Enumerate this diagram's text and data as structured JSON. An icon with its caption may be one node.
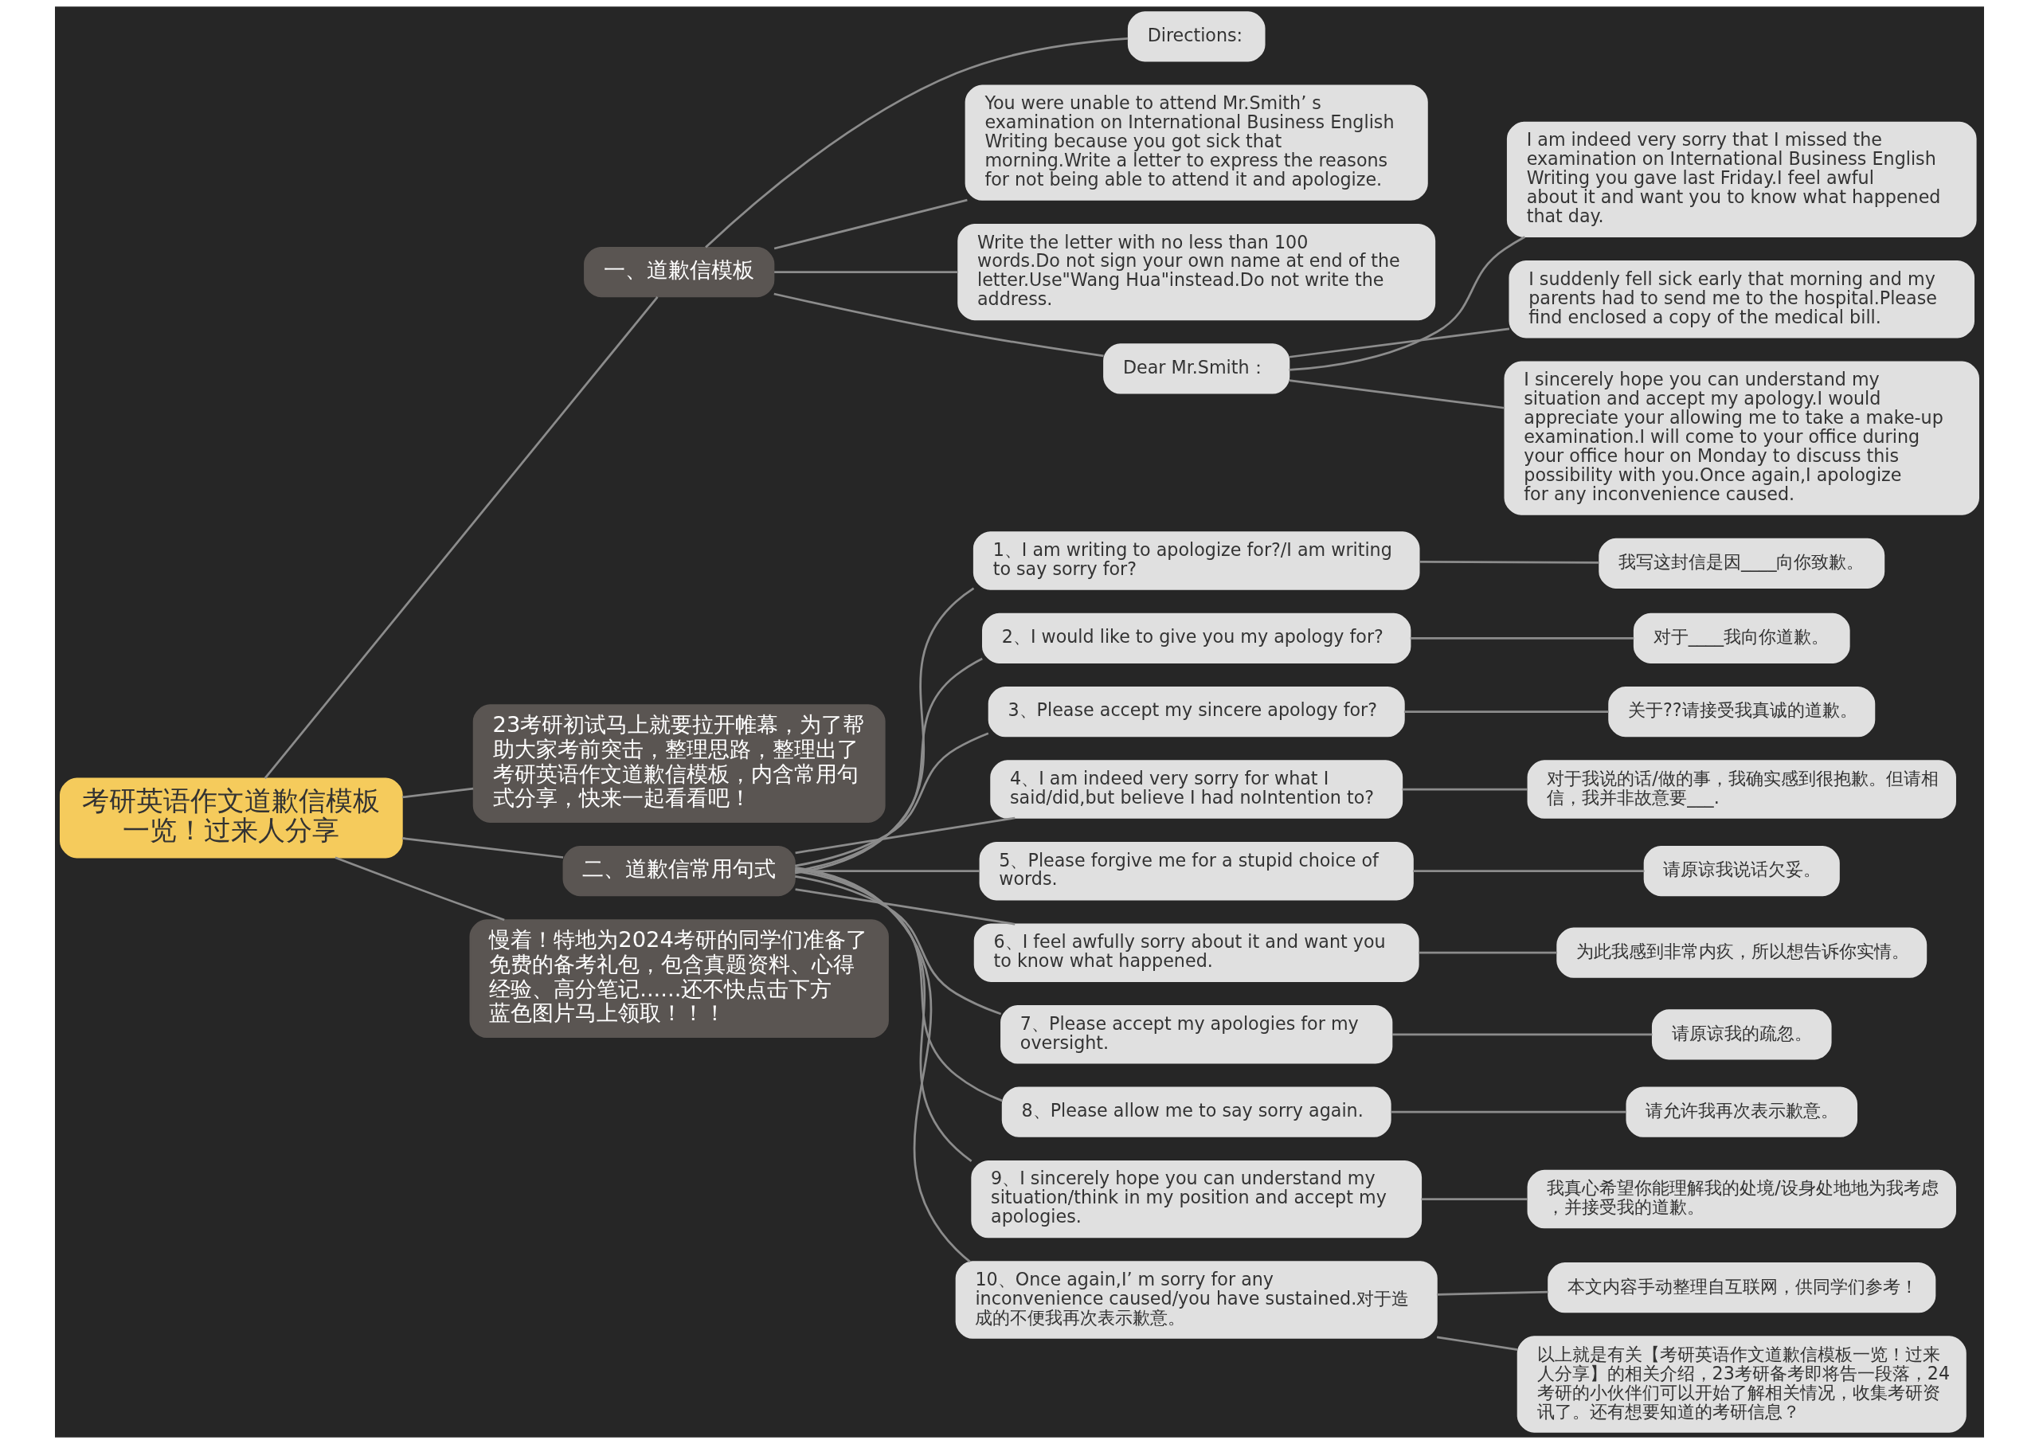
{
  "diagram": {
    "nodes": [
      {
        "text": [
          "考研英语作文道歉信模板一览！过来人分享"
        ]
      },
      {
        "text": [
          "一、道歉信模板"
        ]
      },
      {
        "text": [
          "Directions:"
        ]
      },
      {
        "text": [
          "You were unable to attend Mr.Smith’ s examination on International Business English Writing because you got sick that morning.Write a letter to express the reasons for not being able to attend it and apologize."
        ]
      },
      {
        "text": [
          "Write the letter with no less than 100 words.Do not sign your own name at end of the letter.Use\"Wang Hua\"instead.Do not write the address."
        ]
      },
      {
        "text": [
          "Dear Mr.Smith："
        ]
      },
      {
        "text": [
          "I am indeed very sorry that I missed the examination on International Business English Writing you gave last Friday.I feel awful about it and want you to know what happened that day."
        ]
      },
      {
        "text": [
          "I suddenly fell sick early that morning and my parents had to send me to the hospital.Please find enclosed a copy of the medical bill."
        ]
      },
      {
        "text": [
          "I sincerely hope you can understand my situation and accept my apology.I would appreciate your allowing me to take a make-up examination.I will come to your office during your office hour on Monday to discuss this possibility with you.Once again,I apologize for any inconvenience caused."
        ]
      },
      {
        "text": [
          "23考研初试马上就要拉开帷幕，为了帮助大家考前突击，整理思路，整理出了考研英语作文道歉信模板，内含常用句式分享，快来一起看看吧！"
        ]
      },
      {
        "text": [
          "二、道歉信常用句式"
        ]
      },
      {
        "text": [
          "1、I am writing to apologize for?/I am writing to say sorry for?"
        ]
      },
      {
        "text": [
          "我写这封信是因____向你致歉。"
        ]
      },
      {
        "text": [
          "2、I would like to give you my apology for?"
        ]
      },
      {
        "text": [
          "对于____我向你道歉。"
        ]
      },
      {
        "text": [
          "3、Please accept my sincere apology for?"
        ]
      },
      {
        "text": [
          "关于??请接受我真诚的道歉。"
        ]
      },
      {
        "text": [
          "4、I am indeed very sorry for what I said/did,but believe I had noIntention to?"
        ]
      },
      {
        "text": [
          "对于我说的话/做的事，我确实感到很抱歉。但请相信，我并非故意要___."
        ]
      },
      {
        "text": [
          "5、Please forgive me for a stupid choice of words."
        ]
      },
      {
        "text": [
          "请原谅我说话欠妥。"
        ]
      },
      {
        "text": [
          "6、I feel awfully sorry about it and want you to know what happened."
        ]
      },
      {
        "text": [
          "为此我感到非常内疚，所以想告诉你实情。"
        ]
      },
      {
        "text": [
          "7、Please accept my apologies for my oversight."
        ]
      },
      {
        "text": [
          "请原谅我的疏忽。"
        ]
      },
      {
        "text": [
          "8、Please allow me to say sorry again."
        ]
      },
      {
        "text": [
          "请允许我再次表示歉意。"
        ]
      },
      {
        "text": [
          "9、I sincerely hope you can understand my situation/think in my position and accept my apologies."
        ]
      },
      {
        "text": [
          "我真心希望你能理解我的处境/设身处地地为我考虑，并接受我的道歉。"
        ]
      },
      {
        "text": [
          "10、Once again,I’ m sorry for any inconvenience caused/you have sustained.对于造成的不便我再次表示歉意。"
        ]
      },
      {
        "text": [
          "本文内容手动整理自互联网，供同学们参考！"
        ]
      },
      {
        "text": [
          "以上就是有关【考研英语作文道歉信模板一览！过来人分享】的相关介绍，23考研备考即将告一段落，24考研的小伙伴们可以开始了解相关情况，收集考研资讯了。还有想要知道的考研信息？"
        ]
      },
      {
        "text": [
          "慢着！特地为2024考研的同学们准备了免费的备考礼包，包含真题资料、心得经验、高分笔记......还不快点击下方蓝色图片马上领取！！！"
        ]
      }
    ],
    "edges": [
      {
        "from": 0,
        "to": 1,
        "arrow": "none"
      },
      {
        "from": 1,
        "to": 2,
        "arrow": "none"
      },
      {
        "from": 1,
        "to": 3,
        "arrow": "none"
      },
      {
        "from": 1,
        "to": 4,
        "arrow": "none"
      },
      {
        "from": 1,
        "to": 5,
        "arrow": "none"
      },
      {
        "from": 5,
        "to": 6,
        "arrow": "none"
      },
      {
        "from": 5,
        "to": 7,
        "arrow": "none"
      },
      {
        "from": 5,
        "to": 8,
        "arrow": "none"
      },
      {
        "from": 0,
        "to": 9,
        "arrow": "none"
      },
      {
        "from": 0,
        "to": 10,
        "arrow": "none"
      },
      {
        "from": 10,
        "to": 11,
        "arrow": "none"
      },
      {
        "from": 11,
        "to": 12,
        "arrow": "none"
      },
      {
        "from": 10,
        "to": 13,
        "arrow": "none"
      },
      {
        "from": 13,
        "to": 14,
        "arrow": "none"
      },
      {
        "from": 10,
        "to": 15,
        "arrow": "none"
      },
      {
        "from": 15,
        "to": 16,
        "arrow": "none"
      },
      {
        "from": 10,
        "to": 17,
        "arrow": "none"
      },
      {
        "from": 17,
        "to": 18,
        "arrow": "none"
      },
      {
        "from": 10,
        "to": 19,
        "arrow": "none"
      },
      {
        "from": 19,
        "to": 20,
        "arrow": "none"
      },
      {
        "from": 10,
        "to": 21,
        "arrow": "none"
      },
      {
        "from": 21,
        "to": 22,
        "arrow": "none"
      },
      {
        "from": 10,
        "to": 23,
        "arrow": "none"
      },
      {
        "from": 23,
        "to": 24,
        "arrow": "none"
      },
      {
        "from": 10,
        "to": 25,
        "arrow": "none"
      },
      {
        "from": 25,
        "to": 26,
        "arrow": "none"
      },
      {
        "from": 10,
        "to": 27,
        "arrow": "none"
      },
      {
        "from": 27,
        "to": 28,
        "arrow": "none"
      },
      {
        "from": 10,
        "to": 29,
        "arrow": "none"
      },
      {
        "from": 29,
        "to": 30,
        "arrow": "none"
      },
      {
        "from": 29,
        "to": 31,
        "arrow": "none"
      },
      {
        "from": 0,
        "to": 32,
        "arrow": "none"
      }
    ]
  }
}
